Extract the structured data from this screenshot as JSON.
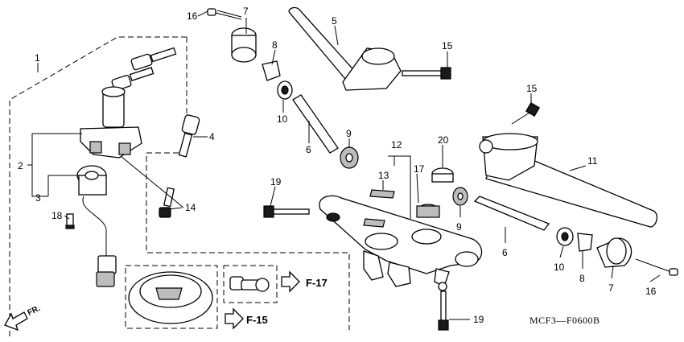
{
  "diagram": {
    "drawing_code": "MCF3—F0600B",
    "direction_label": "FR.",
    "callouts": [
      "16",
      "7",
      "8",
      "5",
      "15",
      "1",
      "10",
      "15",
      "6",
      "9",
      "20",
      "12",
      "11",
      "4",
      "13",
      "17",
      "2",
      "19",
      "3",
      "14",
      "18",
      "9",
      "6",
      "10",
      "8",
      "7",
      "16",
      "19"
    ],
    "references": [
      "F-17",
      "F-15"
    ]
  }
}
